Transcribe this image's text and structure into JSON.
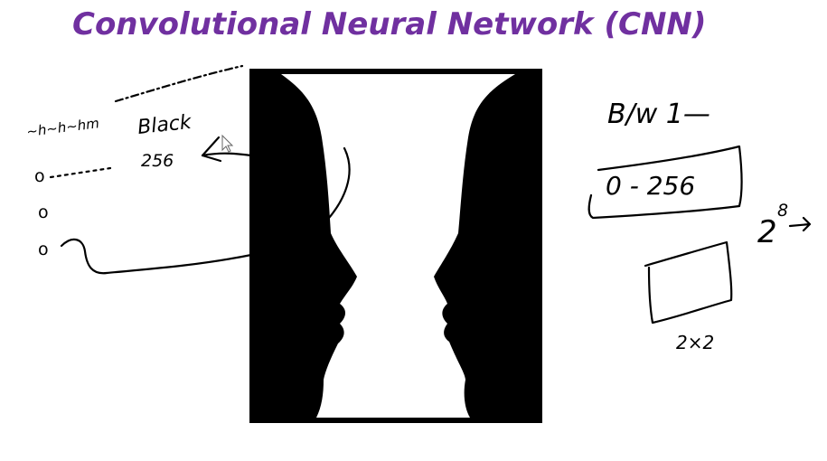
{
  "slide": {
    "title": "Convolutional Neural Network (CNN)"
  },
  "annotations": {
    "left_scribble": "~h~h~hm",
    "black_label": "Black",
    "value_256": "256",
    "bw_label": "B/w 1—",
    "range_box": "0 - 256",
    "power_base": "2",
    "power_exp": "8",
    "grid_label": "2×2"
  },
  "colors": {
    "title": "#7030a0",
    "ink": "#000000",
    "image_frame": "#000000"
  }
}
